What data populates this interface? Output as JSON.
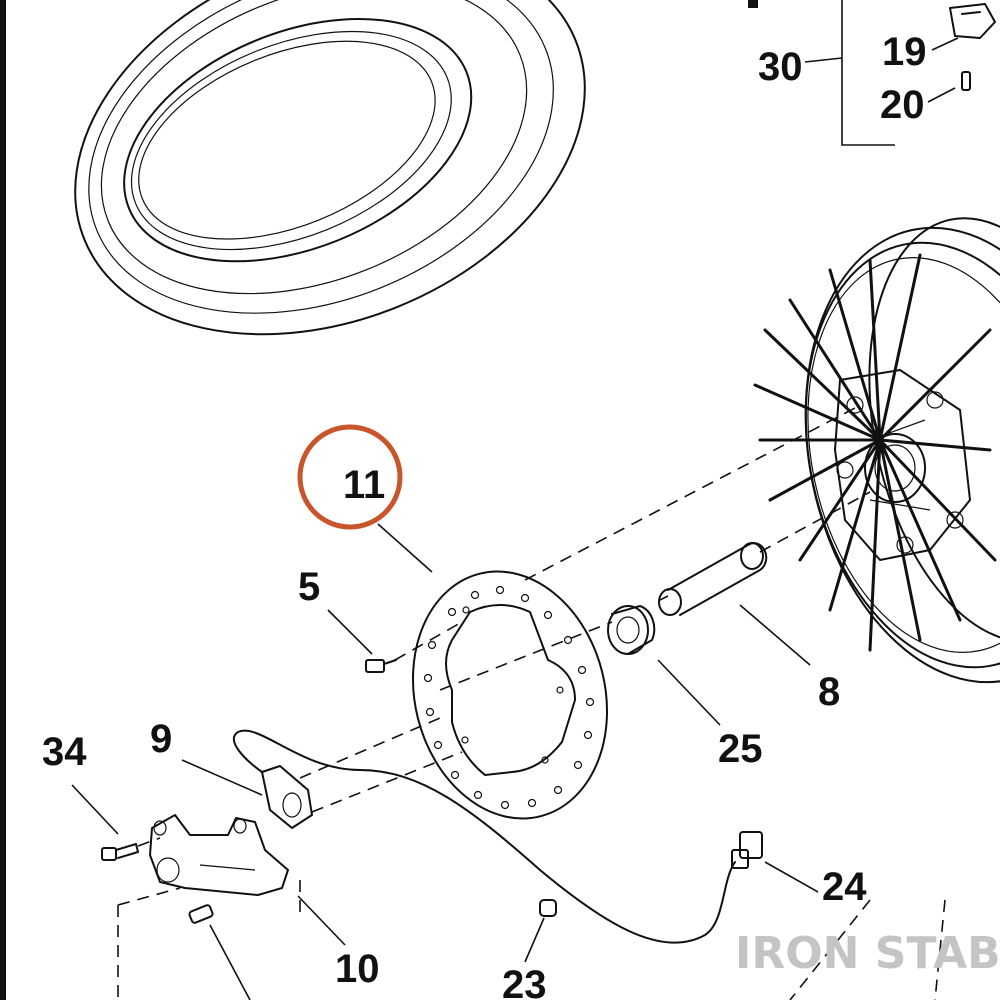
{
  "colors": {
    "line": "#111111",
    "highlight_circle": "#c8552b",
    "watermark": "#c4c4c4",
    "background": "#ffffff"
  },
  "callouts": {
    "c30": "30",
    "c19": "19",
    "c20": "20",
    "c11": "11",
    "c5": "5",
    "c8": "8",
    "c25": "25",
    "c34": "34",
    "c9": "9",
    "c24": "24",
    "c10": "10",
    "c23": "23"
  },
  "highlighted_callout": "11",
  "watermark": "IRON STABLE"
}
